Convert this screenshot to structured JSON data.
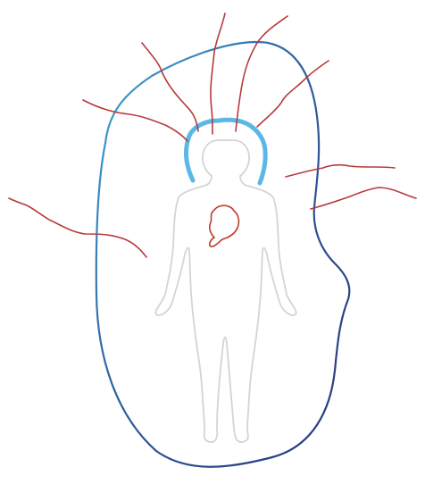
{
  "colors": {
    "background": "#ffffff",
    "boundary_dark": "#28357a",
    "boundary_light": "#3fa8d8",
    "halo": "#5bb8e6",
    "red_lines": "#b83a3a",
    "body_outline": "#d4d4d4",
    "organ": "#c0392b"
  },
  "elements": {
    "boundary": "closed-boundary-loop",
    "halo": "head-halo-arc",
    "figure": "human-figure-outline",
    "organ": "heart-organ",
    "connections": "red-connection-lines"
  }
}
